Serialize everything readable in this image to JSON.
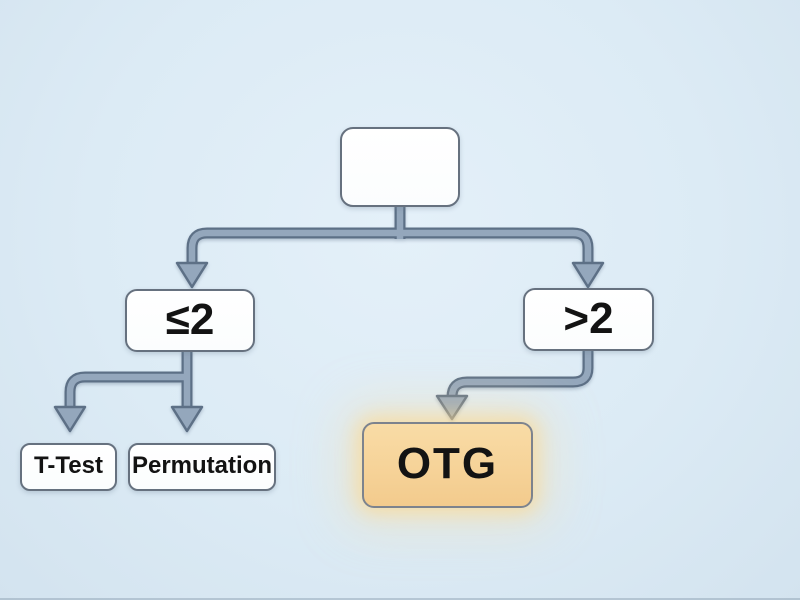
{
  "diagram_type": "decision-tree-flowchart",
  "nodes": {
    "root": {
      "label": ""
    },
    "left_condition": {
      "label": "≤2"
    },
    "right_condition": {
      "label": ">2"
    },
    "t_test": {
      "label": "T-Test"
    },
    "permutation": {
      "label": "Permutation"
    },
    "otg": {
      "label": "OTG",
      "highlighted": true
    }
  },
  "edges": [
    {
      "from": "root",
      "to": "left_condition"
    },
    {
      "from": "root",
      "to": "right_condition"
    },
    {
      "from": "left_condition",
      "to": "t_test"
    },
    {
      "from": "left_condition",
      "to": "permutation"
    },
    {
      "from": "right_condition",
      "to": "otg"
    }
  ],
  "colors": {
    "background": "#dcebf5",
    "connector_outline": "#5d7086",
    "connector_fill": "#94a7bc",
    "node_border": "#66717f",
    "text": "#131313",
    "highlight_fill_top": "#f9dca6",
    "highlight_fill_bottom": "#f3cb8d",
    "highlight_border": "#7d838d",
    "highlight_glow": "#ffd880"
  }
}
